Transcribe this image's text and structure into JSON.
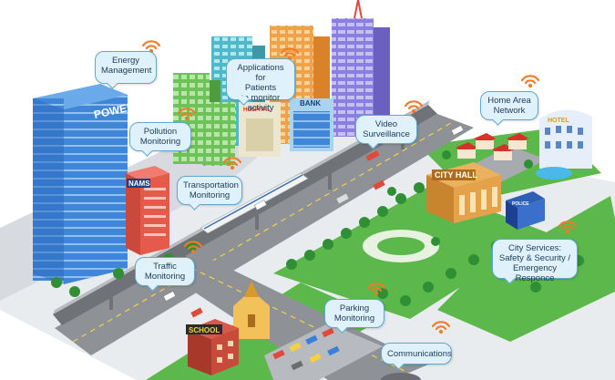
{
  "labels": {
    "energy": [
      "Energy",
      "Management"
    ],
    "patients": [
      "Applications for",
      "Patients",
      "to monitor activity"
    ],
    "home_area": [
      "Home Area",
      "Network"
    ],
    "pollution": [
      "Pollution",
      "Monitoring"
    ],
    "video": [
      "Video",
      "Surveillance"
    ],
    "transport": [
      "Transportation",
      "Monitoring"
    ],
    "traffic": [
      "Traffic",
      "Monitoring"
    ],
    "city_services": [
      "City Services:",
      "Safety & Security /",
      "Emergency Responce"
    ],
    "parking": [
      "Parking",
      "Monitoring"
    ],
    "communications": [
      "Communications"
    ]
  },
  "signs": {
    "power": "POWER",
    "bank": "BANK",
    "hospital": "HOSPITAL",
    "nams": "NAMS",
    "city_hall": "CITY HALL",
    "school": "SCHOOL",
    "hotel": "HOTEL",
    "police": "POLICE"
  },
  "colors": {
    "grass": "#5cb84a",
    "road": "#8e9196",
    "bubble_fill": "#dff1fb",
    "bubble_border": "#5fa8cf",
    "wifi": "#f07a28"
  }
}
